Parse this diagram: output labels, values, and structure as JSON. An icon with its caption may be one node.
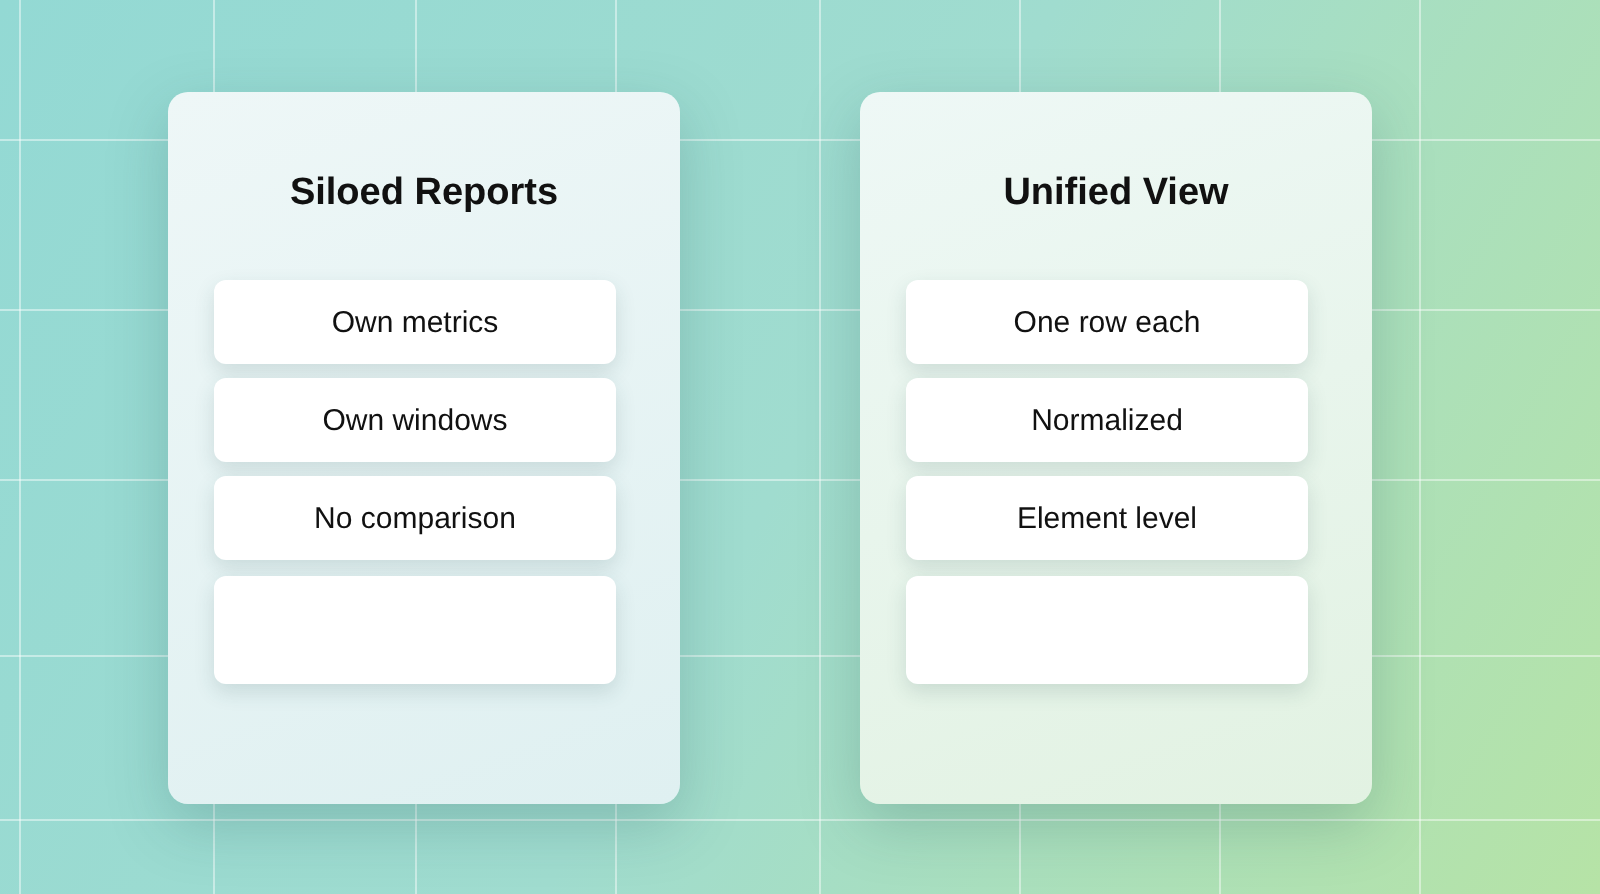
{
  "diagram": {
    "nodes": [
      {
        "text": [
          "Siloed Reports"
        ]
      },
      {
        "text": [
          "Own metrics"
        ],
        "in": 0
      },
      {
        "text": [
          "Own windows"
        ],
        "in": 0
      },
      {
        "text": [
          "No comparison"
        ],
        "in": 0
      },
      {
        "text": [],
        "shape": "box",
        "in": 0
      },
      {
        "text": [
          "Unified View"
        ]
      },
      {
        "text": [
          "One row each"
        ],
        "in": 5
      },
      {
        "text": [
          "Normalized"
        ],
        "in": 5
      },
      {
        "text": [
          "Element level"
        ],
        "in": 5
      },
      {
        "text": [],
        "shape": "box",
        "in": 5
      }
    ],
    "edges": []
  }
}
